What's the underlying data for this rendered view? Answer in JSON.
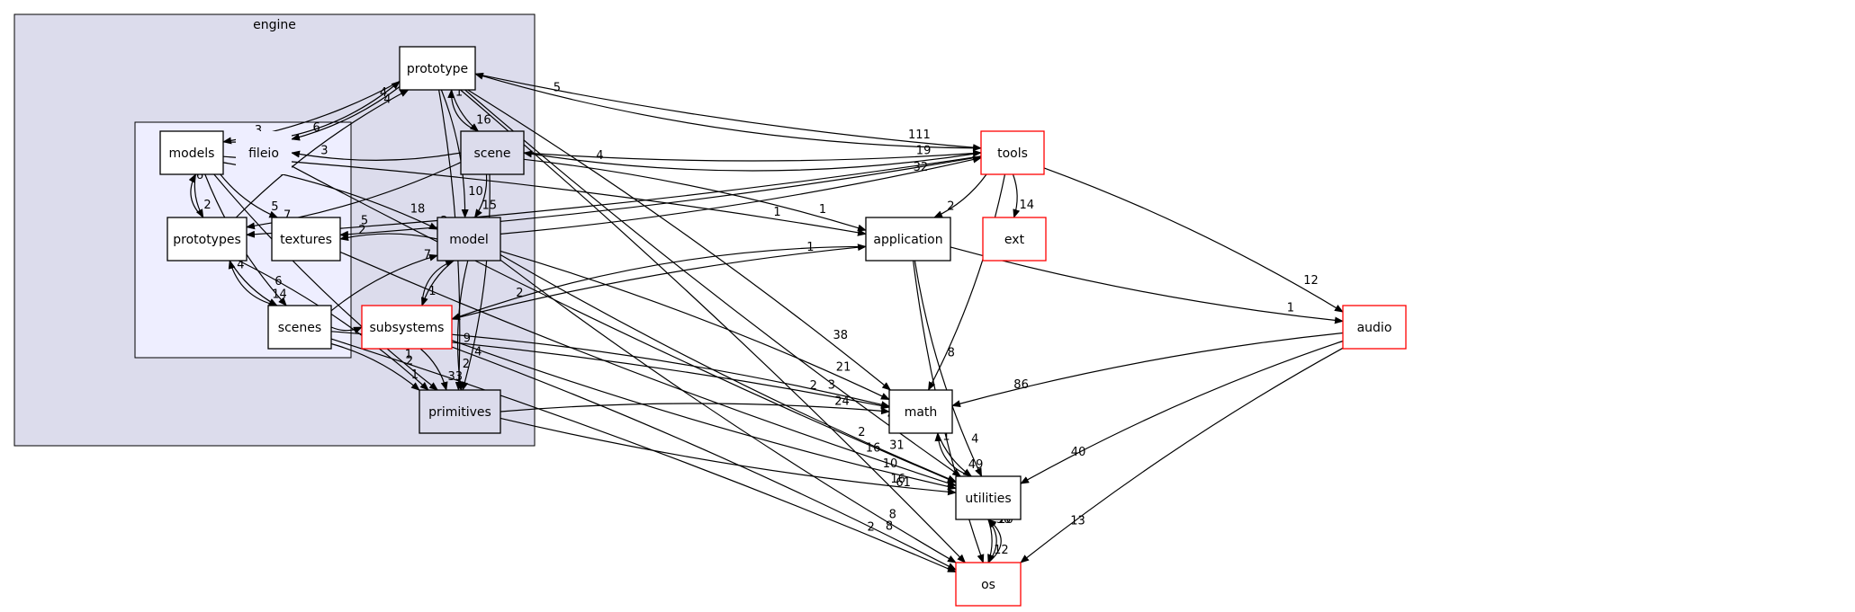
{
  "clusters": {
    "engine": "engine",
    "models_pkg": ""
  },
  "nodes": {
    "prototype": "prototype",
    "models": "models",
    "fileio": "fileio",
    "scene": "scene",
    "prototypes": "prototypes",
    "textures": "textures",
    "model": "model",
    "scenes": "scenes",
    "subsystems": "subsystems",
    "primitives": "primitives",
    "tools": "tools",
    "application": "application",
    "ext": "ext",
    "audio": "audio",
    "math": "math",
    "utilities": "utilities",
    "os": "os"
  },
  "colors": {
    "cluster_engine_fill": "#dcdcec",
    "cluster_models_fill": "#eeeeff",
    "external_border": "#ff0000",
    "node_fill": "#ffffff",
    "highlight_fill": "#dcdcec"
  },
  "edges": [
    {
      "id": "e1",
      "from": "prototype",
      "to": "models",
      "label": "3"
    },
    {
      "id": "e2",
      "from": "prototype",
      "to": "fileio",
      "label": "6"
    },
    {
      "id": "e3",
      "from": "prototype",
      "to": "scene",
      "label": "16"
    },
    {
      "id": "e4",
      "from": "prototype",
      "to": "model",
      "label": "10"
    },
    {
      "id": "e5",
      "from": "prototype",
      "to": "tools",
      "label": "111"
    },
    {
      "id": "e6",
      "from": "prototype",
      "to": "math",
      "label": "38"
    },
    {
      "id": "e7",
      "from": "prototype",
      "to": "utilities",
      "label": "48"
    },
    {
      "id": "e8",
      "from": "prototype",
      "to": "os",
      "label": "61"
    },
    {
      "id": "e9",
      "from": "prototype",
      "to": "primitives",
      "label": "9"
    },
    {
      "id": "e10",
      "from": "scene",
      "to": "prototype",
      "label": "1"
    },
    {
      "id": "e11",
      "from": "scene",
      "to": "fileio",
      "label": "3"
    },
    {
      "id": "e12",
      "from": "scene",
      "to": "tools",
      "label": "19"
    },
    {
      "id": "e13",
      "from": "scene",
      "to": "model",
      "label": "15"
    },
    {
      "id": "e14",
      "from": "scene",
      "to": "primitives",
      "label": "4"
    },
    {
      "id": "e15",
      "from": "scene",
      "to": "prototypes",
      "label": "7"
    },
    {
      "id": "e16",
      "from": "scene",
      "to": "application",
      "label": "1"
    },
    {
      "id": "e17",
      "from": "tools",
      "to": "prototype",
      "label": "5"
    },
    {
      "id": "e18",
      "from": "tools",
      "to": "scene",
      "label": "4"
    },
    {
      "id": "e19",
      "from": "tools",
      "to": "ext",
      "label": "14"
    },
    {
      "id": "e20",
      "from": "tools",
      "to": "application",
      "label": "2"
    },
    {
      "id": "e21",
      "from": "tools",
      "to": "audio",
      "label": "12"
    },
    {
      "id": "e22",
      "from": "tools",
      "to": "textures",
      "label": "2"
    },
    {
      "id": "e23",
      "from": "tools",
      "to": "prototypes",
      "label": "5"
    },
    {
      "id": "e24",
      "from": "models",
      "to": "prototypes",
      "label": "2"
    },
    {
      "id": "e25",
      "from": "models",
      "to": "textures",
      "label": "5"
    },
    {
      "id": "e26",
      "from": "models",
      "to": "model",
      "label": "18"
    },
    {
      "id": "e27",
      "from": "models",
      "to": "scenes",
      "label": "6"
    },
    {
      "id": "e28",
      "from": "models",
      "to": "prototype",
      "label": "4"
    },
    {
      "id": "e29",
      "from": "models",
      "to": "primitives",
      "label": "1"
    },
    {
      "id": "e30",
      "from": "models",
      "to": "application",
      "label": "1"
    },
    {
      "id": "e31",
      "from": "prototypes",
      "to": "models",
      "label": "6"
    },
    {
      "id": "e32",
      "from": "prototypes",
      "to": "scenes",
      "label": "14"
    },
    {
      "id": "e33",
      "from": "prototypes",
      "to": "primitives",
      "label": "2"
    },
    {
      "id": "e34",
      "from": "prototypes",
      "to": "prototype",
      "label": "4"
    },
    {
      "id": "e35",
      "from": "model",
      "to": "textures",
      "label": "2"
    },
    {
      "id": "e36",
      "from": "model",
      "to": "subsystems",
      "label": "1"
    },
    {
      "id": "e37",
      "from": "model",
      "to": "primitives",
      "label": "2"
    },
    {
      "id": "e38",
      "from": "model",
      "to": "math",
      "label": "21"
    },
    {
      "id": "e39",
      "from": "model",
      "to": "utilities",
      "label": "31"
    },
    {
      "id": "e40",
      "from": "model",
      "to": "os",
      "label": "8"
    },
    {
      "id": "e41",
      "from": "model",
      "to": "tools",
      "label": "32"
    },
    {
      "id": "e42",
      "from": "scenes",
      "to": "model",
      "label": "7"
    },
    {
      "id": "e43",
      "from": "scenes",
      "to": "subsystems",
      "label": "1"
    },
    {
      "id": "e44",
      "from": "scenes",
      "to": "prototypes",
      "label": "4"
    },
    {
      "id": "e45",
      "from": "scenes",
      "to": "primitives",
      "label": "1"
    },
    {
      "id": "e46",
      "from": "scenes",
      "to": "math",
      "label": "2"
    },
    {
      "id": "e47",
      "from": "scenes",
      "to": "os",
      "label": "2"
    },
    {
      "id": "e48",
      "from": "subsystems",
      "to": "primitives",
      "label": "33"
    },
    {
      "id": "e49",
      "from": "subsystems",
      "to": "model",
      "label": "9"
    },
    {
      "id": "e50",
      "from": "subsystems",
      "to": "application",
      "label": "1"
    },
    {
      "id": "e51",
      "from": "subsystems",
      "to": "math",
      "label": "3"
    },
    {
      "id": "e52",
      "from": "subsystems",
      "to": "utilities",
      "label": "10"
    },
    {
      "id": "e53",
      "from": "subsystems",
      "to": "os",
      "label": "8"
    },
    {
      "id": "e54",
      "from": "application",
      "to": "subsystems",
      "label": "2"
    },
    {
      "id": "e55",
      "from": "application",
      "to": "audio",
      "label": "1"
    },
    {
      "id": "e56",
      "from": "application",
      "to": "utilities",
      "label": "4"
    },
    {
      "id": "e57",
      "from": "application",
      "to": "os",
      "label": "1"
    },
    {
      "id": "e58",
      "from": "primitives",
      "to": "math",
      "label": "24"
    },
    {
      "id": "e59",
      "from": "primitives",
      "to": "utilities",
      "label": "16"
    },
    {
      "id": "e60",
      "from": "audio",
      "to": "math",
      "label": "86"
    },
    {
      "id": "e61",
      "from": "audio",
      "to": "utilities",
      "label": "40"
    },
    {
      "id": "e62",
      "from": "audio",
      "to": "os",
      "label": "13"
    },
    {
      "id": "e63",
      "from": "math",
      "to": "utilities",
      "label": "49"
    },
    {
      "id": "e64",
      "from": "utilities",
      "to": "math",
      "label": "1"
    },
    {
      "id": "e65",
      "from": "utilities",
      "to": "os",
      "label": "12"
    },
    {
      "id": "e66",
      "from": "os",
      "to": "utilities",
      "label": "30"
    },
    {
      "id": "e67",
      "from": "os",
      "to": "utilities",
      "label": "20"
    },
    {
      "id": "e68",
      "from": "textures",
      "to": "utilities",
      "label": "16"
    },
    {
      "id": "e69",
      "from": "fileio",
      "to": "utilities",
      "label": "2"
    },
    {
      "id": "e70",
      "from": "tools",
      "to": "math",
      "label": "8"
    }
  ]
}
